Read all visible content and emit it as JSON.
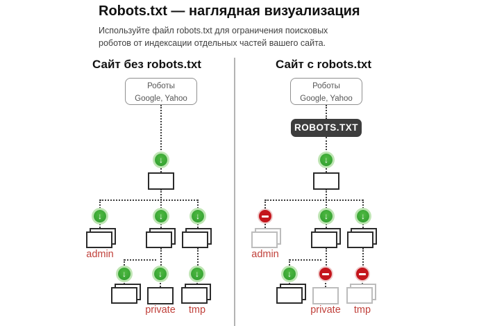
{
  "page": {
    "title": "Robots.txt — наглядная визуализация",
    "subtitle_line1": "Используйте файл robots.txt для ограничения поисковых",
    "subtitle_line2": "роботов от индексации отдельных частей вашего сайта."
  },
  "columns": {
    "left": {
      "heading": "Сайт без robots.txt",
      "robots_box": {
        "line1": "Роботы",
        "line2": "Google, Yahoo"
      },
      "labels": {
        "admin": "admin",
        "private": "private",
        "tmp": "tmp"
      }
    },
    "right": {
      "heading": "Сайт с robots.txt",
      "robots_box": {
        "line1": "Роботы",
        "line2": "Google, Yahoo"
      },
      "badge": "ROBOTS.TXT",
      "labels": {
        "admin": "admin",
        "private": "private",
        "tmp": "tmp"
      }
    }
  },
  "icons": {
    "allow_glyph": "↓",
    "allow_meaning": "green-circle-allow-crawl",
    "deny_meaning": "red-no-entry-blocked"
  },
  "colors": {
    "allow_green": "#2e9b2e",
    "deny_red": "#c4151c",
    "label_red": "#c0403a",
    "badge_bg": "#3d3d3d",
    "folder_dark": "#2b2b2b",
    "folder_gray": "#bcbcbc",
    "divider_gray": "#b3b3b3"
  }
}
